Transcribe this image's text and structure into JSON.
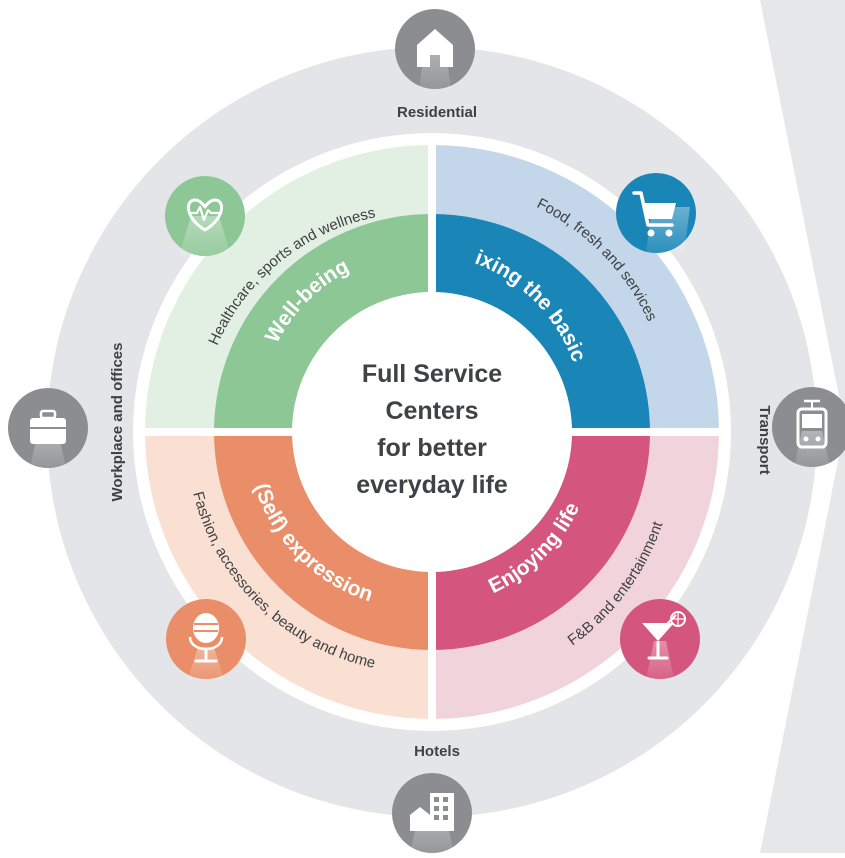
{
  "center": {
    "lines": [
      "Full Service",
      "Centers",
      "for better",
      "everyday life"
    ]
  },
  "quadrants": [
    {
      "id": "well-being",
      "title": "Well-being",
      "subtitle": "Healthcare, sports and wellness",
      "icon": "heart-monitor-icon",
      "inner_color": "#8ec796",
      "outer_color": "#e2efe3",
      "icon_color": "#8ec796"
    },
    {
      "id": "fixing-the-basics",
      "title": "Fixing the basics",
      "subtitle": "Food, fresh and services",
      "icon": "shopping-cart-icon",
      "inner_color": "#1a86b8",
      "outer_color": "#c4d7ea",
      "icon_color": "#1a86b8"
    },
    {
      "id": "self-expression",
      "title": "(Self) expression",
      "subtitle": "Fashion, accessories, beauty and home",
      "icon": "microphone-icon",
      "inner_color": "#e98e68",
      "outer_color": "#fae0d3",
      "icon_color": "#e98e68"
    },
    {
      "id": "enjoying-life",
      "title": "Enjoying life",
      "subtitle": "F&B and entertainment",
      "icon": "cocktail-icon",
      "inner_color": "#d4557d",
      "outer_color": "#f1d3dc",
      "icon_color": "#d4557d"
    }
  ],
  "locations": [
    {
      "id": "residential",
      "label": "Residential",
      "icon": "house-icon"
    },
    {
      "id": "transport",
      "label": "Transport",
      "icon": "tram-icon"
    },
    {
      "id": "hotels",
      "label": "Hotels",
      "icon": "hotel-building-icon"
    },
    {
      "id": "workplace",
      "label": "Workplace and offices",
      "icon": "briefcase-icon"
    }
  ],
  "colors": {
    "outer_ring": "#e3e5e8",
    "location_icon": "#8b8d90",
    "text_dark": "#3f4144",
    "white": "#ffffff"
  }
}
